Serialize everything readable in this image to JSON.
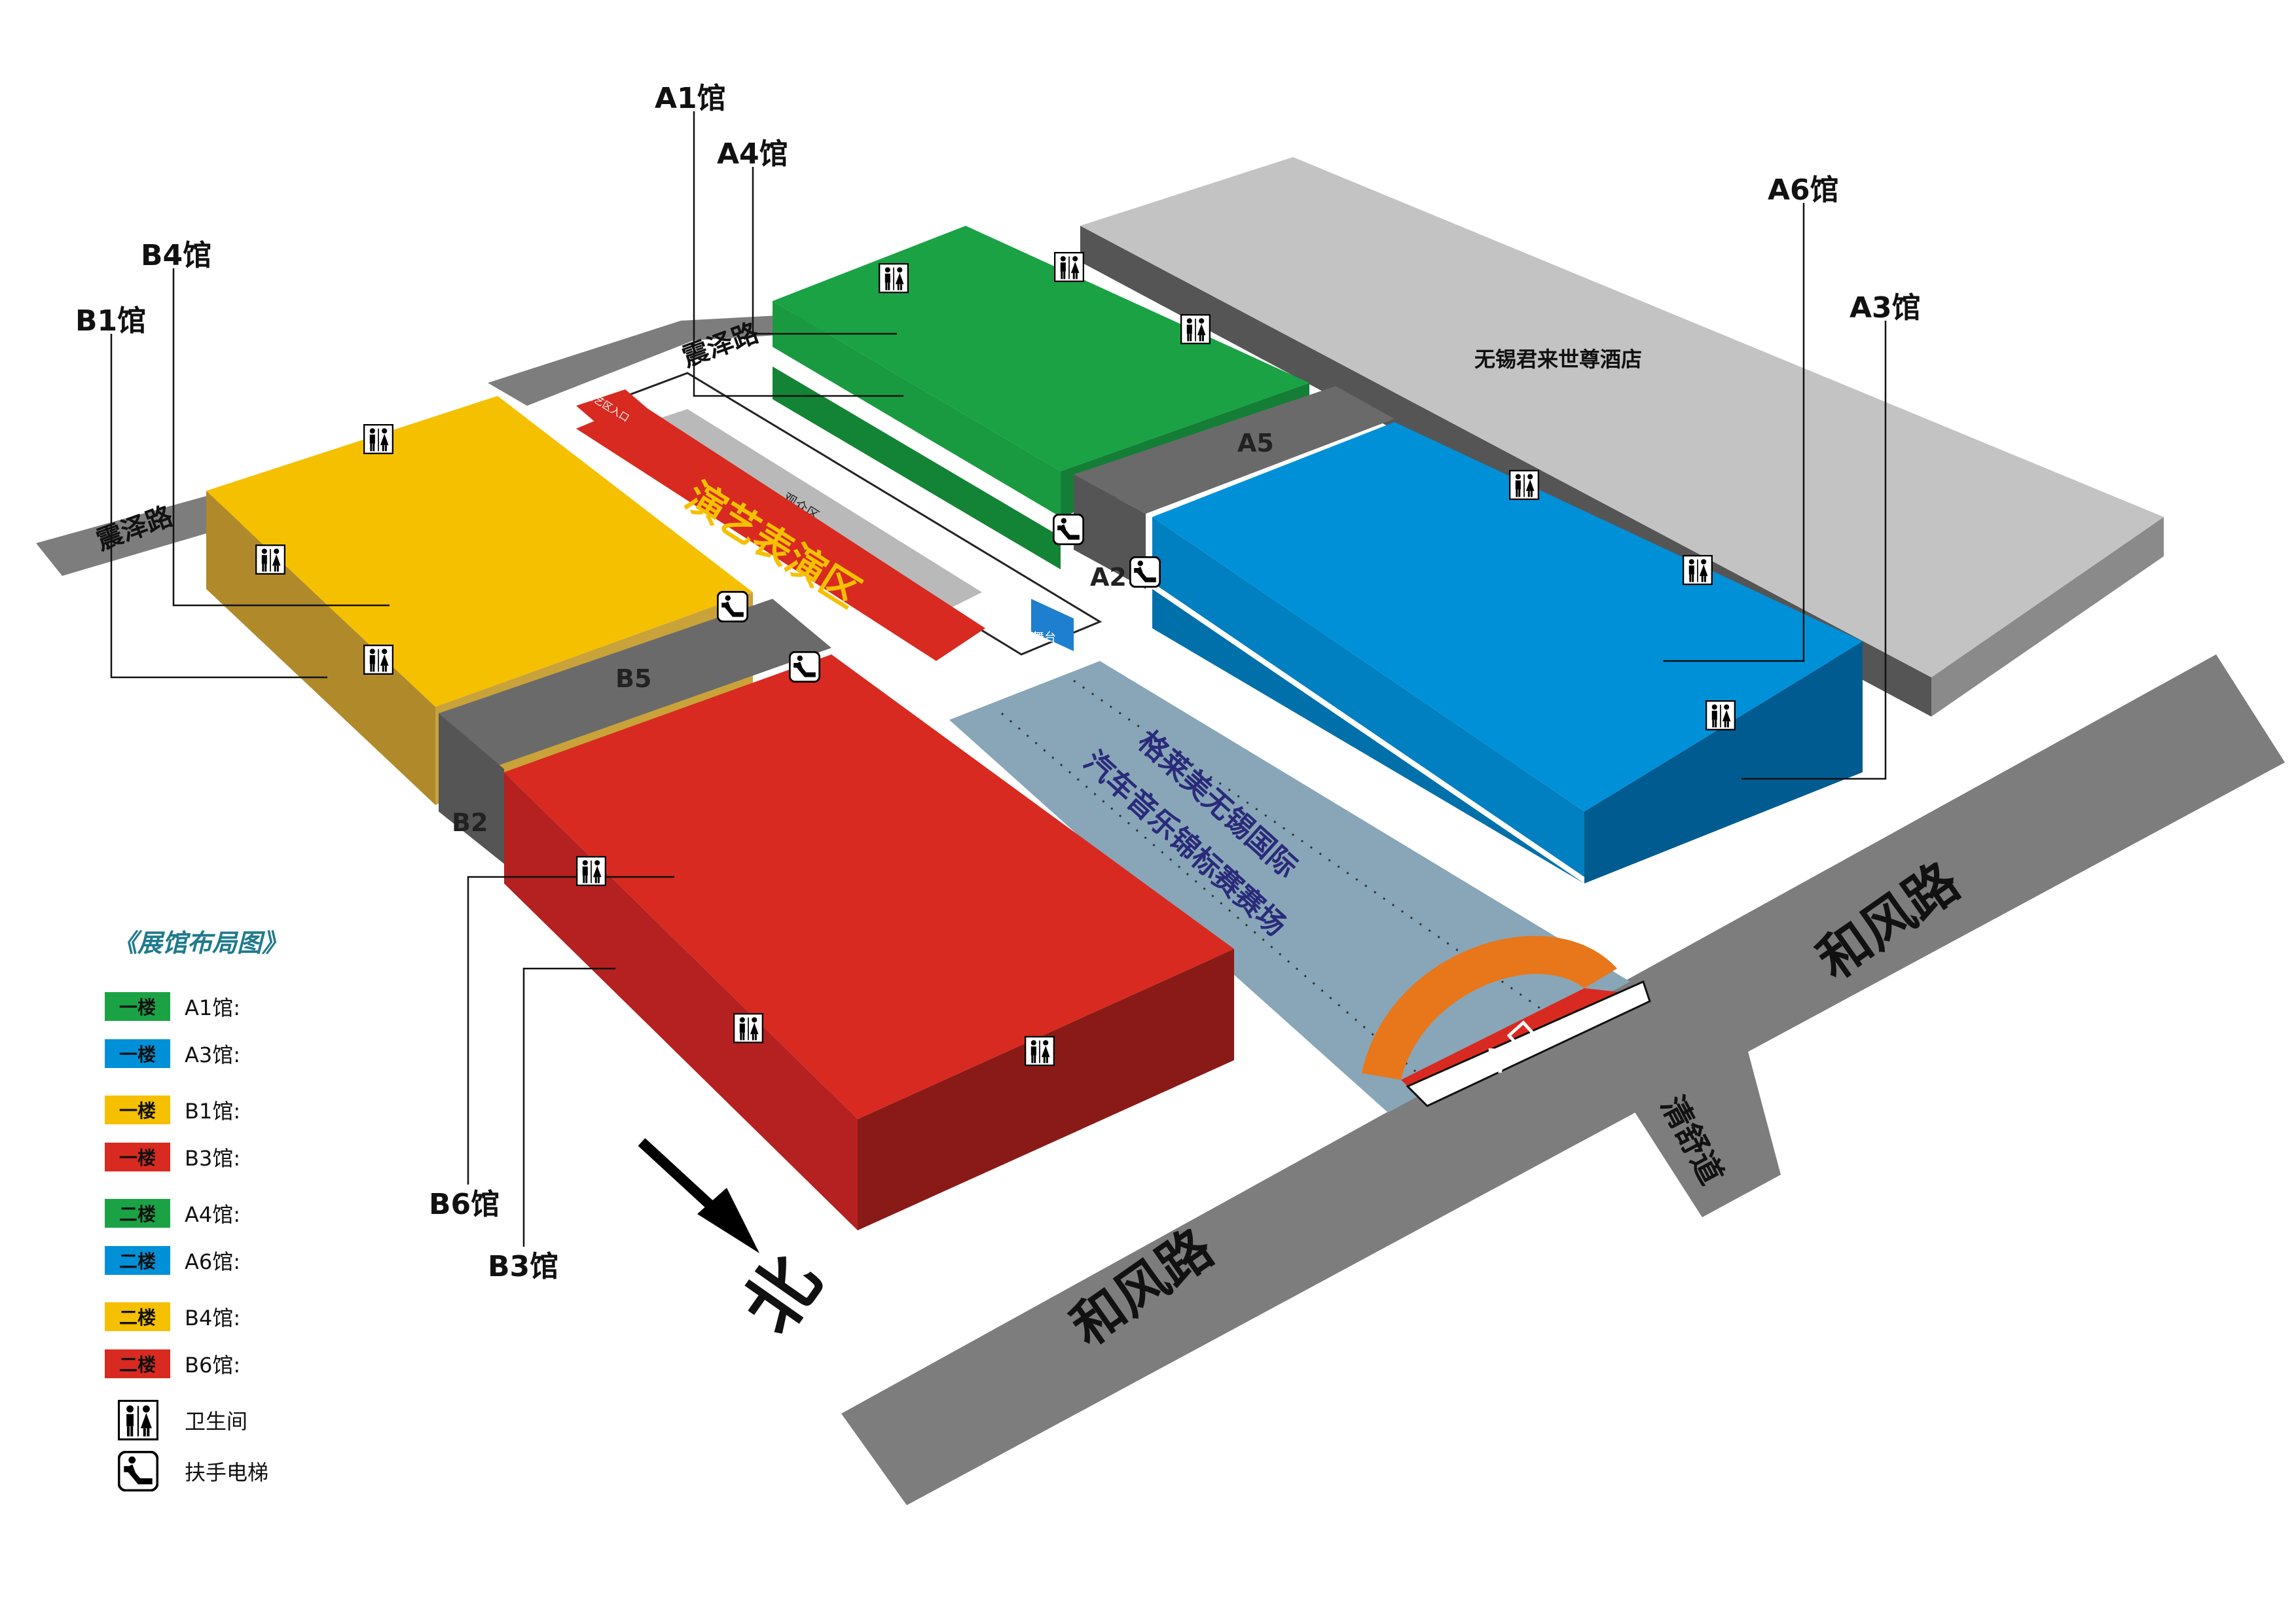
{
  "colors": {
    "green": "#1aa245",
    "blue": "#0090d8",
    "yellow": "#f5c000",
    "red": "#d82a20",
    "road": "#7d7d7d",
    "hotel": "#c3c3c3",
    "corridor": "#6a6a6a",
    "stage_area": "#88a6b8",
    "orange": "#e8761a"
  },
  "halls": {
    "a1": "A1馆",
    "a4": "A4馆",
    "a6": "A6馆",
    "a3": "A3馆",
    "b4": "B4馆",
    "b1": "B1馆",
    "b6": "B6馆",
    "b3": "B3馆"
  },
  "zones": {
    "a5": "A5",
    "a2": "A2",
    "b5": "B5",
    "b2": "B2"
  },
  "hotel": "无锡君来世尊酒店",
  "roads": {
    "zhenze_top": "震泽路",
    "zhenze_left": "震泽路",
    "hefeng_right": "和风路",
    "hefeng_bottom": "和风路",
    "qingshu": "清舒道"
  },
  "areas": {
    "performance": "演艺表演区",
    "audience": "观众区",
    "stage": "舞台",
    "competition_line1": "格莱美无锡国际",
    "competition_line2": "汽车音乐锦标赛赛场",
    "entrance": "入口",
    "side_entrance": "演艺区入口"
  },
  "north": "北",
  "legend": {
    "title": "《展馆布局图》",
    "items": [
      {
        "floor": "一楼",
        "hall": "A1馆:",
        "color": "#1aa245"
      },
      {
        "floor": "一楼",
        "hall": "A3馆:",
        "color": "#0090d8"
      },
      {
        "floor": "一楼",
        "hall": "B1馆:",
        "color": "#f5c000"
      },
      {
        "floor": "一楼",
        "hall": "B3馆:",
        "color": "#d82a20"
      },
      {
        "floor": "二楼",
        "hall": "A4馆:",
        "color": "#1aa245"
      },
      {
        "floor": "二楼",
        "hall": "A6馆:",
        "color": "#0090d8"
      },
      {
        "floor": "二楼",
        "hall": "B4馆:",
        "color": "#f5c000"
      },
      {
        "floor": "二楼",
        "hall": "B6馆:",
        "color": "#d82a20"
      }
    ],
    "restroom": "卫生间",
    "escalator": "扶手电梯"
  }
}
